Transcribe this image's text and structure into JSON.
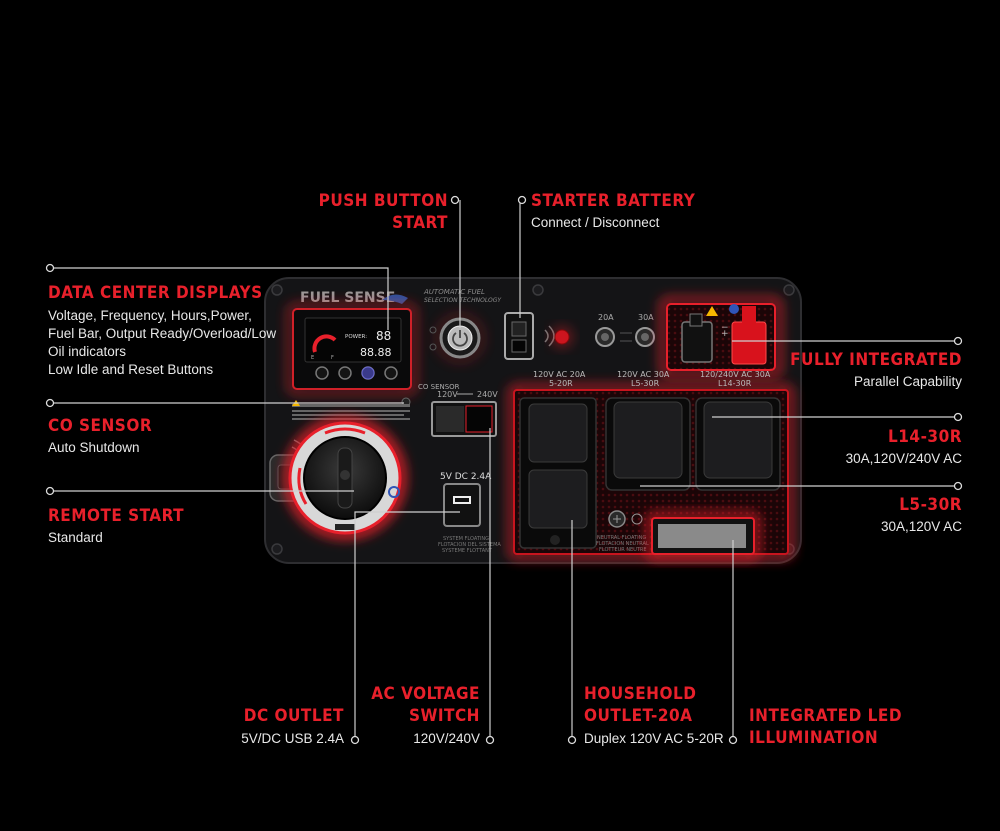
{
  "panel": {
    "brand": "FUEL SENSE",
    "brand_sub1": "AUTOMATIC FUEL",
    "brand_sub2": "SELECTION TECHNOLOGY",
    "display_power": "POWER:",
    "display_digits_top": "88",
    "display_digits_bottom": "88.88",
    "display_fuel_e": "E",
    "display_fuel_f": "F",
    "co_sensor_label": "CO SENSOR",
    "switch_120": "120V",
    "switch_240": "240V",
    "usb_label": "5V DC 2.4A",
    "fuse_20a": "20A",
    "fuse_30a": "30A",
    "outlet_5_20r_l1": "120V AC 20A",
    "outlet_5_20r_l2": "5-20R",
    "outlet_l5_l1": "120V AC 30A",
    "outlet_l5_l2": "L5-30R",
    "outlet_l14_l1": "120/240V AC 30A",
    "outlet_l14_l2": "L14-30R",
    "system_floating_1": "SYSTEM FLOATING",
    "system_floating_2": "FLOTACION DEL SISTEMA",
    "system_floating_3": "SYSTEME FLOTTANT",
    "neutral_1": "NEUTRAL FLOATING",
    "neutral_2": "FLOTACION NEUTRAL",
    "neutral_3": "FLOTTEUR NEUTRE"
  },
  "callouts": {
    "push_button_l1": "PUSH BUTTON",
    "push_button_l2": "START",
    "starter_battery_title": "STARTER BATTERY",
    "starter_battery_desc": "Connect / Disconnect",
    "data_center_title": "DATA CENTER DISPLAYS",
    "data_center_desc": [
      "Voltage, Frequency, Hours,Power,",
      "Fuel Bar, Output Ready/Overload/Low",
      "Oil indicators",
      "Low Idle and Reset Buttons"
    ],
    "co_sensor_title": "CO SENSOR",
    "co_sensor_desc": "Auto Shutdown",
    "remote_start_title": "REMOTE START",
    "remote_start_desc": "Standard",
    "fully_integrated_title": "FULLY INTEGRATED",
    "fully_integrated_desc": "Parallel Capability",
    "l14_title": "L14-30R",
    "l14_desc": "30A,120V/240V AC",
    "l5_title": "L5-30R",
    "l5_desc": "30A,120V AC",
    "dc_outlet_title": "DC OUTLET",
    "dc_outlet_desc": "5V/DC USB 2.4A",
    "ac_voltage_l1": "AC VOLTAGE",
    "ac_voltage_l2": "SWITCH",
    "ac_voltage_desc": "120V/240V",
    "household_l1": "HOUSEHOLD",
    "household_l2": "OUTLET-20A",
    "household_desc": "Duplex 120V AC 5-20R",
    "led_l1": "INTEGRATED LED",
    "led_l2": "ILLUMINATION"
  },
  "colors": {
    "accent": "#e8202b",
    "panel": "#141416",
    "text": "#e8e8e8"
  }
}
